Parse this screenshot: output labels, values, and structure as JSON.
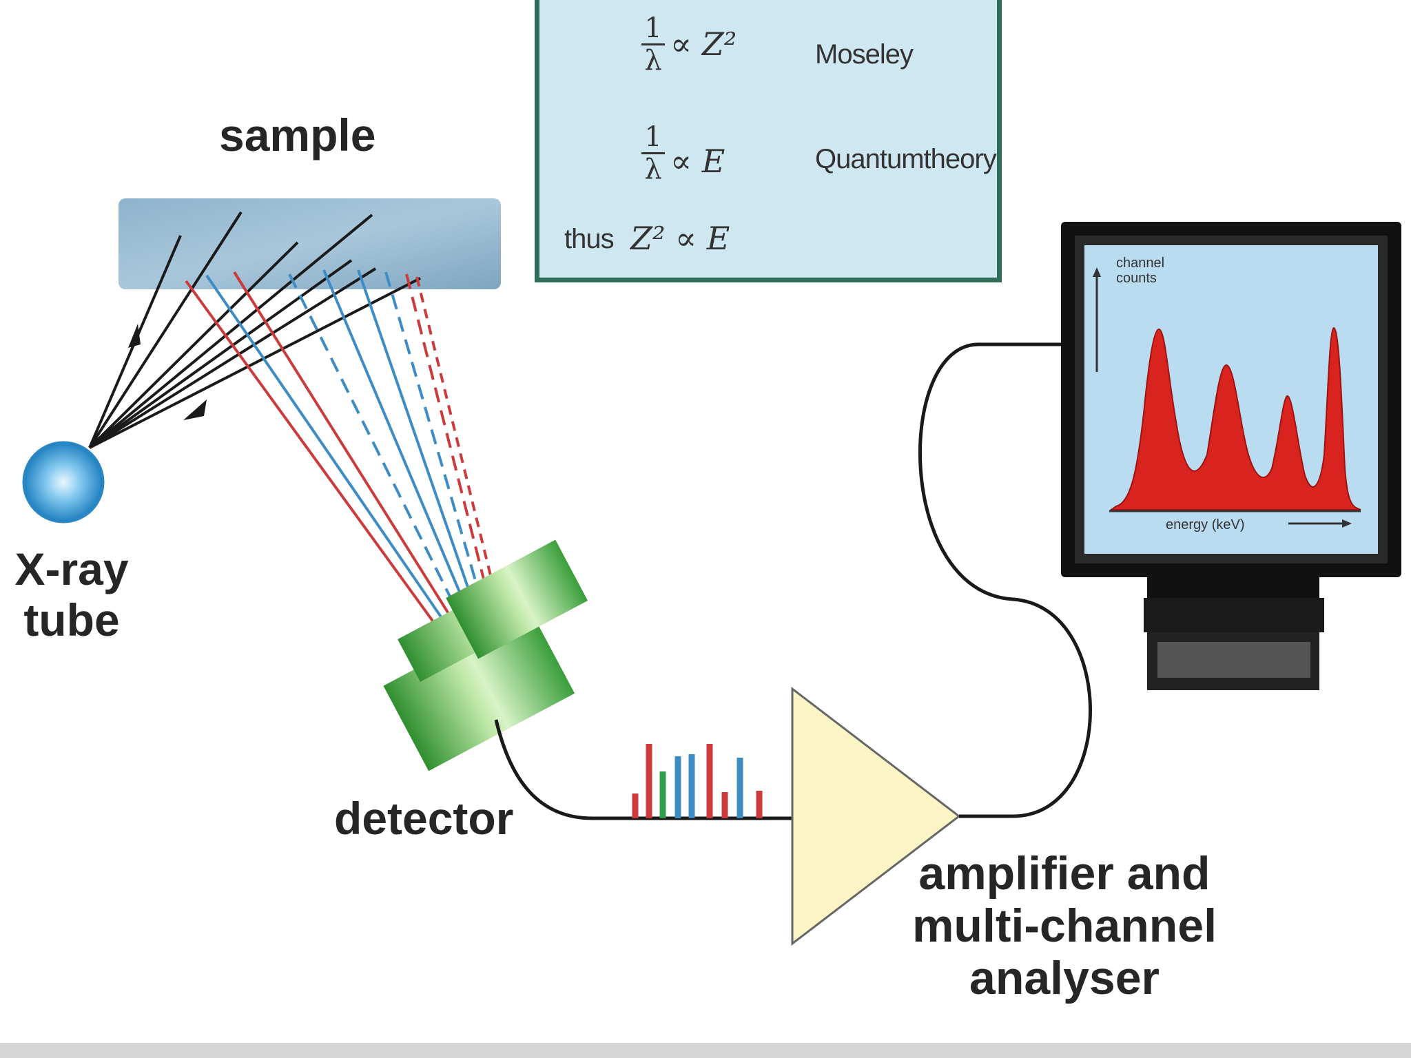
{
  "labels": {
    "sample": "sample",
    "xray_tube_line1": "X-ray",
    "xray_tube_line2": "tube",
    "detector": "detector",
    "amplifier_line1": "amplifier and",
    "amplifier_line2": "multi-channel",
    "amplifier_line3": "analyser"
  },
  "formula_box": {
    "row1_expr": "∝ Z²",
    "row1_name": "Moseley",
    "row2_expr": "∝ E",
    "row2_name": "Quantumtheory",
    "row3_prefix": "thus",
    "row3_expr": "Z² ∝ E",
    "frac_num": "1",
    "frac_den": "λ"
  },
  "monitor": {
    "ylabel_line1": "channel",
    "ylabel_line2": "counts",
    "xlabel": "energy (keV)"
  },
  "colors": {
    "ray_red": "#cc3b3b",
    "ray_blue": "#3d8cc4",
    "ray_black": "#1a1a1a",
    "peak_red": "#d8231f",
    "screen_blue": "#b9dcf0",
    "amplifier_fill": "#fbf4c4",
    "detector_green": "#3b9e3b"
  }
}
